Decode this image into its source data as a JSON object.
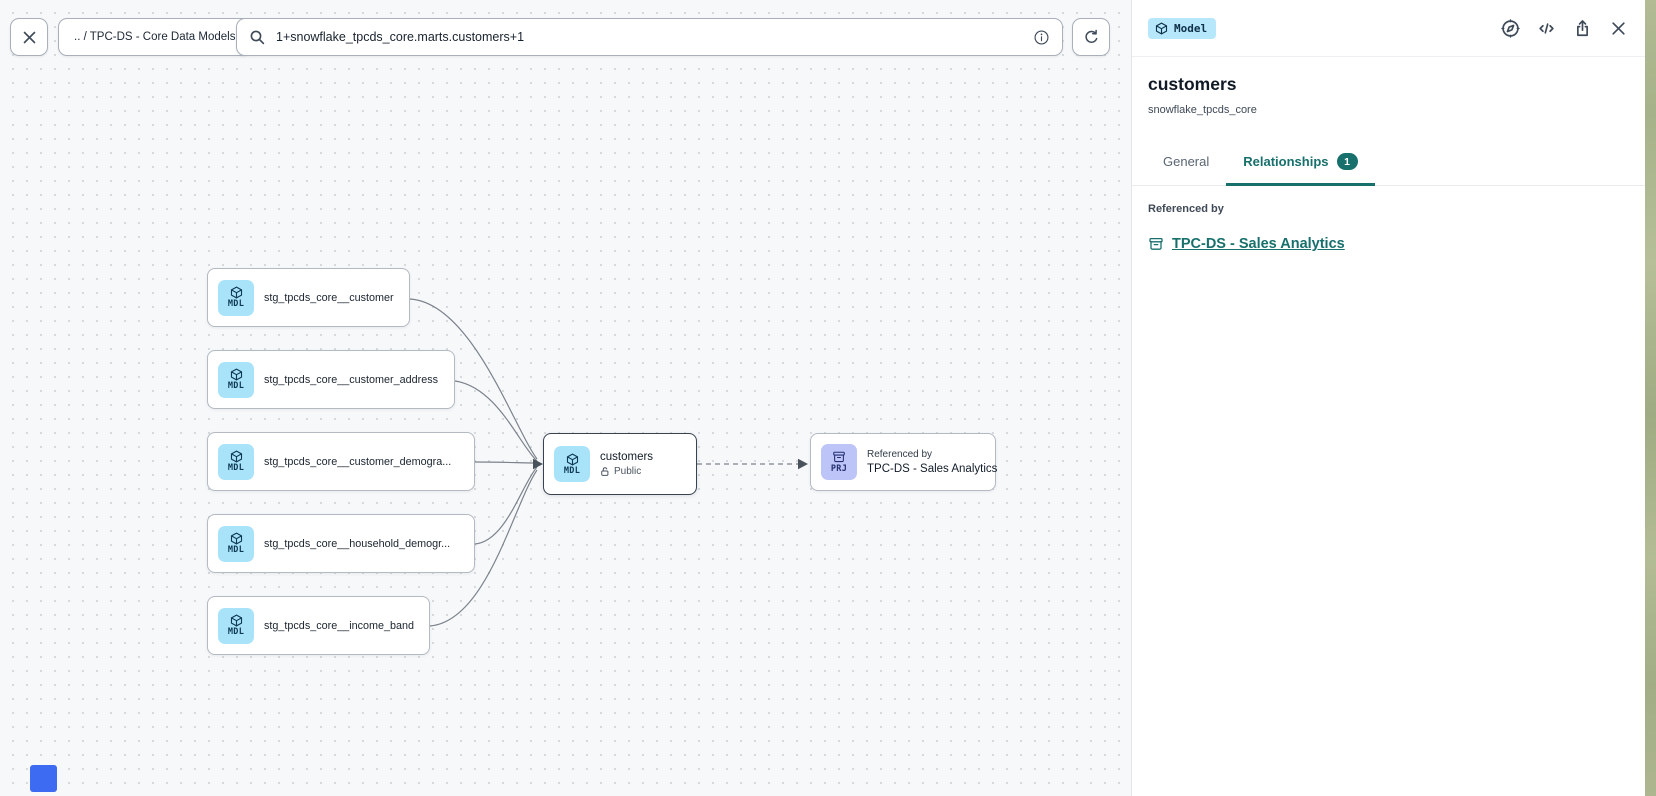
{
  "toolbar": {
    "breadcrumb": ".. / TPC-DS - Core Data Models",
    "search_value": "1+snowflake_tpcds_core.marts.customers+1"
  },
  "panel": {
    "type_badge": "Model",
    "title": "customers",
    "subtitle": "snowflake_tpcds_core",
    "tabs": {
      "general": "General",
      "relationships": "Relationships",
      "relationships_count": "1"
    },
    "referenced_by_label": "Referenced by",
    "referenced_by_link": "TPC-DS - Sales Analytics"
  },
  "graph": {
    "upstream": [
      {
        "badge": "MDL",
        "label": "stg_tpcds_core__customer"
      },
      {
        "badge": "MDL",
        "label": "stg_tpcds_core__customer_address"
      },
      {
        "badge": "MDL",
        "label": "stg_tpcds_core__customer_demogra..."
      },
      {
        "badge": "MDL",
        "label": "stg_tpcds_core__household_demogr..."
      },
      {
        "badge": "MDL",
        "label": "stg_tpcds_core__income_band"
      }
    ],
    "center": {
      "badge": "MDL",
      "title": "customers",
      "access": "Public"
    },
    "reference": {
      "badge": "PRJ",
      "kicker": "Referenced by",
      "title": "TPC-DS - Sales Analytics"
    }
  },
  "colors": {
    "accent_teal": "#17706c",
    "model_badge_bg": "#a9e3fa",
    "project_badge_bg": "#bdc4f8",
    "canvas_bg": "#f7f8fa"
  }
}
